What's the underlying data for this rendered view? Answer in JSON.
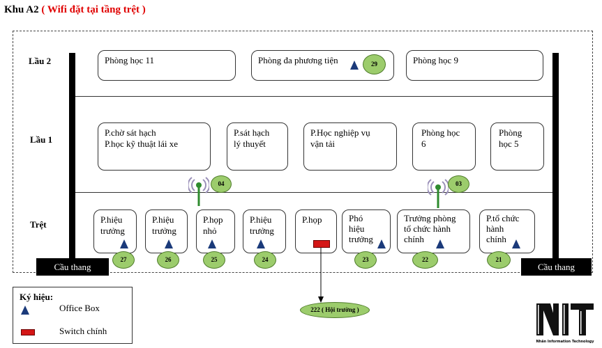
{
  "title": {
    "main": "Khu A2",
    "note": "( Wifi đặt tại tầng trệt )"
  },
  "floors": {
    "lau2": "Lầu 2",
    "lau1": "Lầu 1",
    "tret": "Trệt"
  },
  "rooms": {
    "lau2": [
      {
        "label": "Phòng học 11"
      },
      {
        "label": "Phòng đa phương tiện",
        "badge": "29"
      },
      {
        "label": "Phòng học 9"
      }
    ],
    "lau1": [
      {
        "lines": [
          "P.chờ sát hạch",
          "P.học kỹ thuật lái xe"
        ]
      },
      {
        "lines": [
          "P.sát hạch",
          "lý thuyết"
        ]
      },
      {
        "lines": [
          "P.Học nghiệp vụ",
          "vận tải"
        ]
      },
      {
        "lines": [
          "Phòng học",
          "6"
        ]
      },
      {
        "lines": [
          "Phòng",
          "học 5"
        ]
      }
    ],
    "tret": [
      {
        "lines": [
          "P.hiệu",
          "trưởng"
        ],
        "badge": "27"
      },
      {
        "lines": [
          "P.hiệu",
          "trưởng"
        ],
        "badge": "26"
      },
      {
        "lines": [
          "P.họp",
          "nhỏ"
        ],
        "badge": "25"
      },
      {
        "lines": [
          "P.hiệu",
          "trưởng"
        ],
        "badge": "24"
      },
      {
        "lines": [
          "P.họp"
        ]
      },
      {
        "lines": [
          "Phó",
          "hiệu",
          "trưởng"
        ],
        "badge": "23"
      },
      {
        "lines": [
          "Trưởng phòng",
          "tổ chức hành",
          "chính"
        ],
        "badge": "22"
      },
      {
        "lines": [
          "P.tổ chức",
          "hành",
          "chính"
        ],
        "badge": "21"
      }
    ]
  },
  "wifi": [
    "04",
    "03"
  ],
  "stairs": {
    "left": "Cầu thang",
    "right": "Cầu thang"
  },
  "hall": "222 ( Hội trường )",
  "legend": {
    "title": "Ký hiệu:",
    "office_box": "Office Box",
    "switch": "Switch chính"
  },
  "logo": {
    "mark": "NIT",
    "tagline": "Nhân Information Technology"
  },
  "colors": {
    "title_red": "#e00000",
    "oval_green": "#9ccc6c",
    "office_box_blue": "#1b3a7a",
    "switch_red": "#d41616"
  }
}
